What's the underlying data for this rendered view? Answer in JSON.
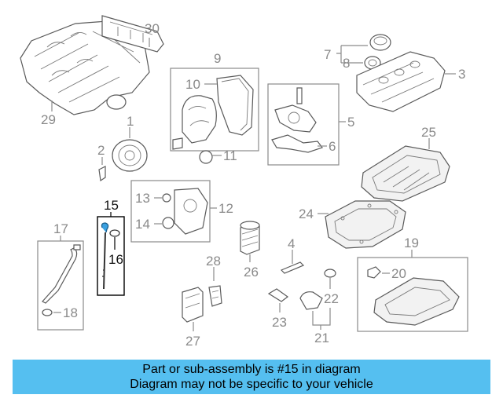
{
  "diagram": {
    "callouts": [
      {
        "id": "1",
        "label": "1"
      },
      {
        "id": "2",
        "label": "2"
      },
      {
        "id": "3",
        "label": "3"
      },
      {
        "id": "4",
        "label": "4"
      },
      {
        "id": "5",
        "label": "5"
      },
      {
        "id": "6",
        "label": "6"
      },
      {
        "id": "7",
        "label": "7"
      },
      {
        "id": "8",
        "label": "8"
      },
      {
        "id": "9",
        "label": "9"
      },
      {
        "id": "10",
        "label": "10"
      },
      {
        "id": "11",
        "label": "11"
      },
      {
        "id": "12",
        "label": "12"
      },
      {
        "id": "13",
        "label": "13"
      },
      {
        "id": "14",
        "label": "14"
      },
      {
        "id": "15",
        "label": "15"
      },
      {
        "id": "16",
        "label": "16"
      },
      {
        "id": "17",
        "label": "17"
      },
      {
        "id": "18",
        "label": "18"
      },
      {
        "id": "19",
        "label": "19"
      },
      {
        "id": "20",
        "label": "20"
      },
      {
        "id": "21",
        "label": "21"
      },
      {
        "id": "22",
        "label": "22"
      },
      {
        "id": "23",
        "label": "23"
      },
      {
        "id": "24",
        "label": "24"
      },
      {
        "id": "25",
        "label": "25"
      },
      {
        "id": "26",
        "label": "26"
      },
      {
        "id": "27",
        "label": "27"
      },
      {
        "id": "28",
        "label": "28"
      },
      {
        "id": "29",
        "label": "29"
      },
      {
        "id": "30",
        "label": "30"
      }
    ],
    "highlighted_part": "15",
    "colors": {
      "highlight_box": "#000000",
      "caption_bg": "#55bff0",
      "line": "#8a8a8a"
    }
  },
  "caption": {
    "line1": "Part or sub-assembly is #15 in diagram",
    "line2": "Diagram may not be specific to your vehicle"
  }
}
